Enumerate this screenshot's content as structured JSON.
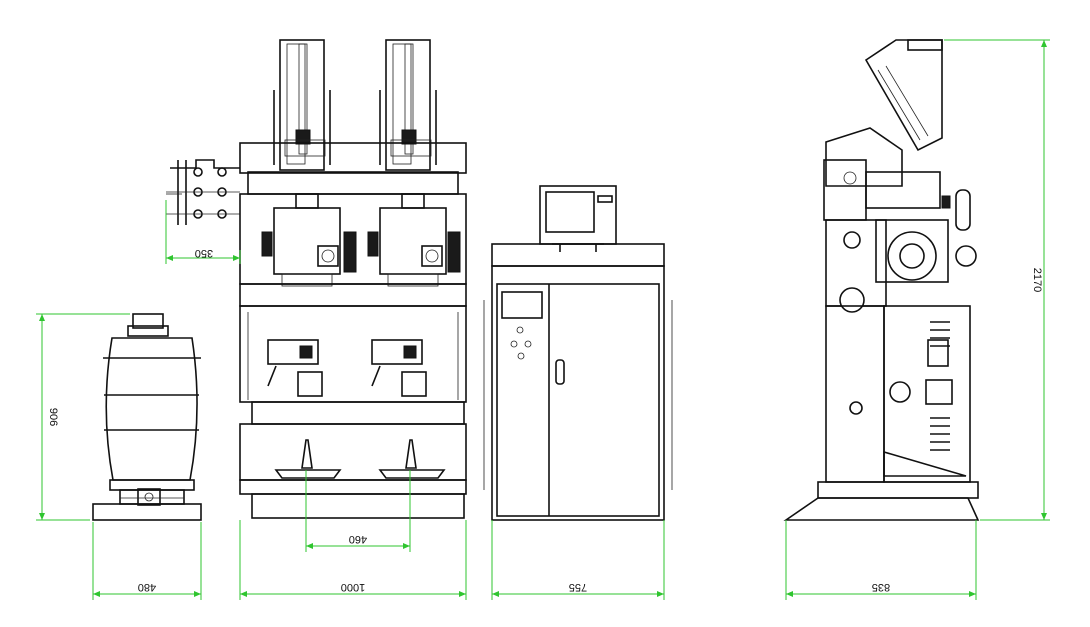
{
  "dimensions": {
    "extractor_offset": "350",
    "drum_height": "906",
    "drum_width": "480",
    "outlet_spacing": "460",
    "machine_width": "1000",
    "cabinet_width": "755",
    "side_depth": "835",
    "overall_height": "2170"
  },
  "colors": {
    "dimension_line": "#2fc52f",
    "outline": "#111111"
  }
}
